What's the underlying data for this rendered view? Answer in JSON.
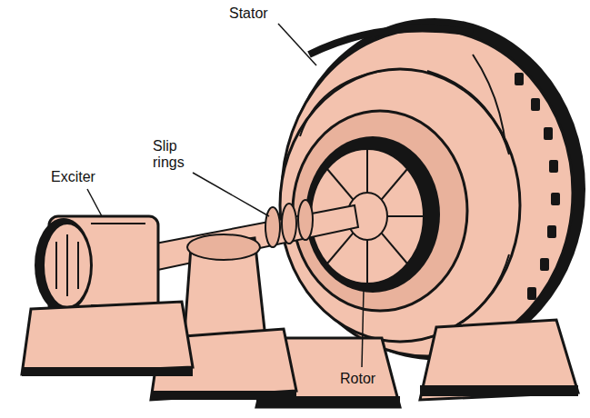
{
  "diagram": {
    "labels": [
      "Stator",
      "Slip rings",
      "Exciter",
      "Rotor"
    ]
  }
}
